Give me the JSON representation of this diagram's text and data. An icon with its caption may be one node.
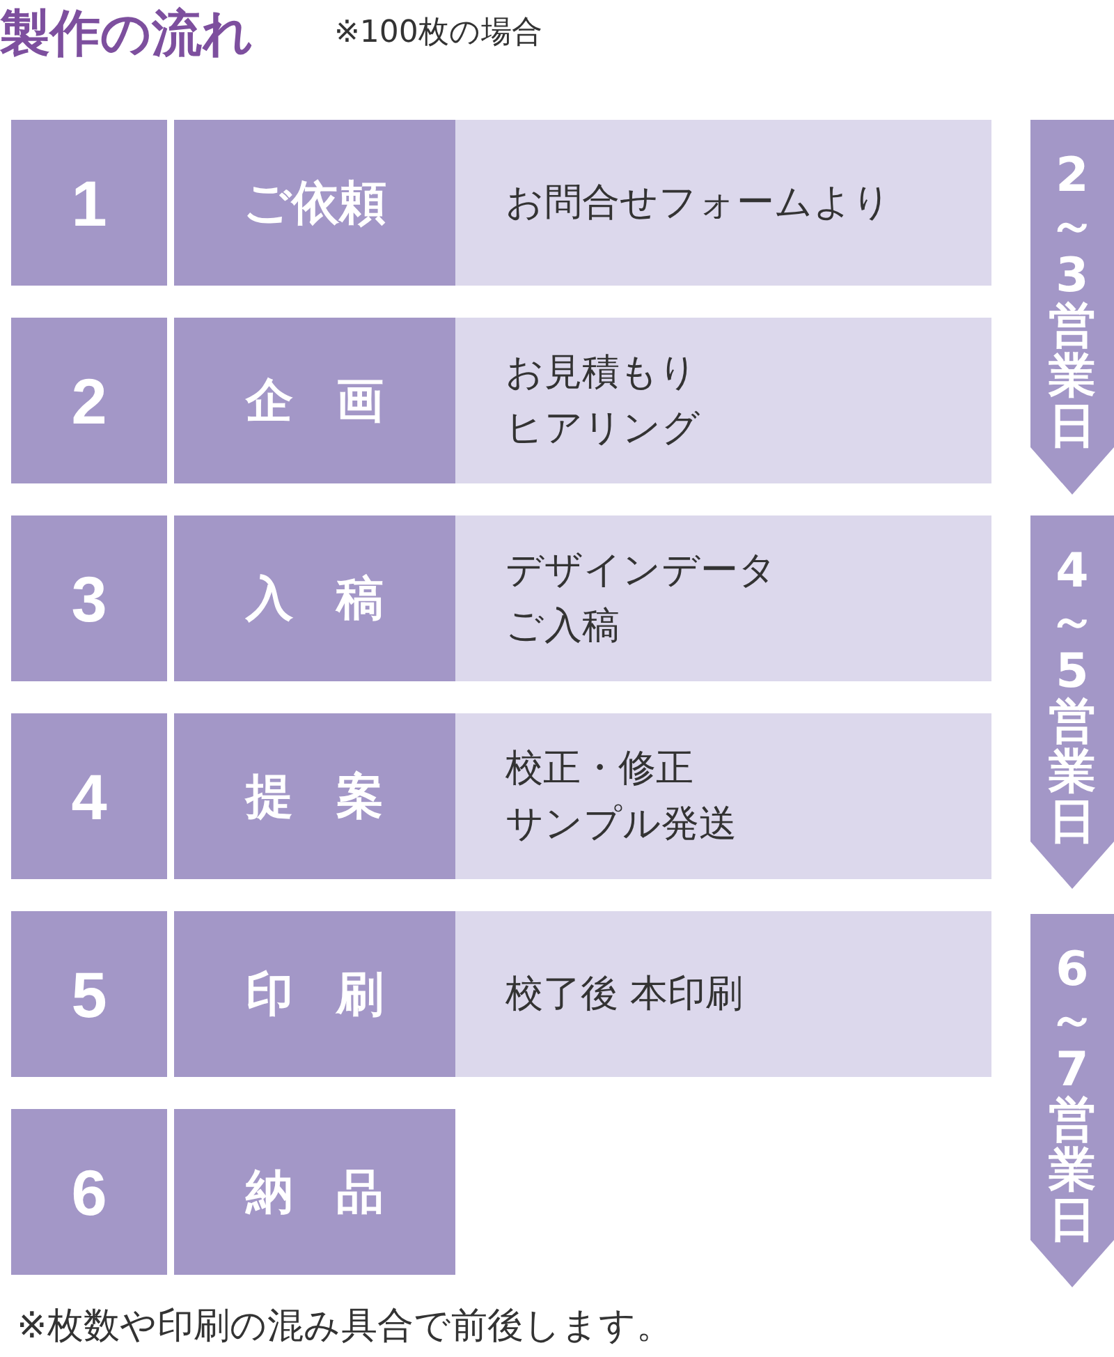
{
  "diagram": {
    "title": "製作の流れ",
    "nodes": [
      {
        "text": [
          "1"
        ]
      },
      {
        "text": [
          "ご依頼"
        ]
      },
      {
        "text": [
          "お問合せフォームより"
        ]
      },
      {
        "text": [
          "2"
        ]
      },
      {
        "text": [
          "企画"
        ]
      },
      {
        "text": [
          "お見積もり",
          "ヒアリング"
        ]
      },
      {
        "text": [
          "3"
        ]
      },
      {
        "text": [
          "入稿"
        ]
      },
      {
        "text": [
          "デザインデータ",
          "ご入稿"
        ]
      },
      {
        "text": [
          "4"
        ]
      },
      {
        "text": [
          "提案"
        ]
      },
      {
        "text": [
          "校正・修正",
          "サンプル発送"
        ]
      },
      {
        "text": [
          "5"
        ]
      },
      {
        "text": [
          "印刷"
        ]
      },
      {
        "text": [
          "校了後 本印刷"
        ]
      },
      {
        "text": [
          "6"
        ]
      },
      {
        "text": [
          "納品"
        ]
      },
      {
        "text": [
          "2～3営業日"
        ]
      },
      {
        "text": [
          "4～5営業日"
        ]
      },
      {
        "text": [
          "6～7営業日"
        ]
      }
    ],
    "labels": [
      "※100枚の場合",
      "※枚数や印刷の混み具合で前後します。"
    ]
  }
}
